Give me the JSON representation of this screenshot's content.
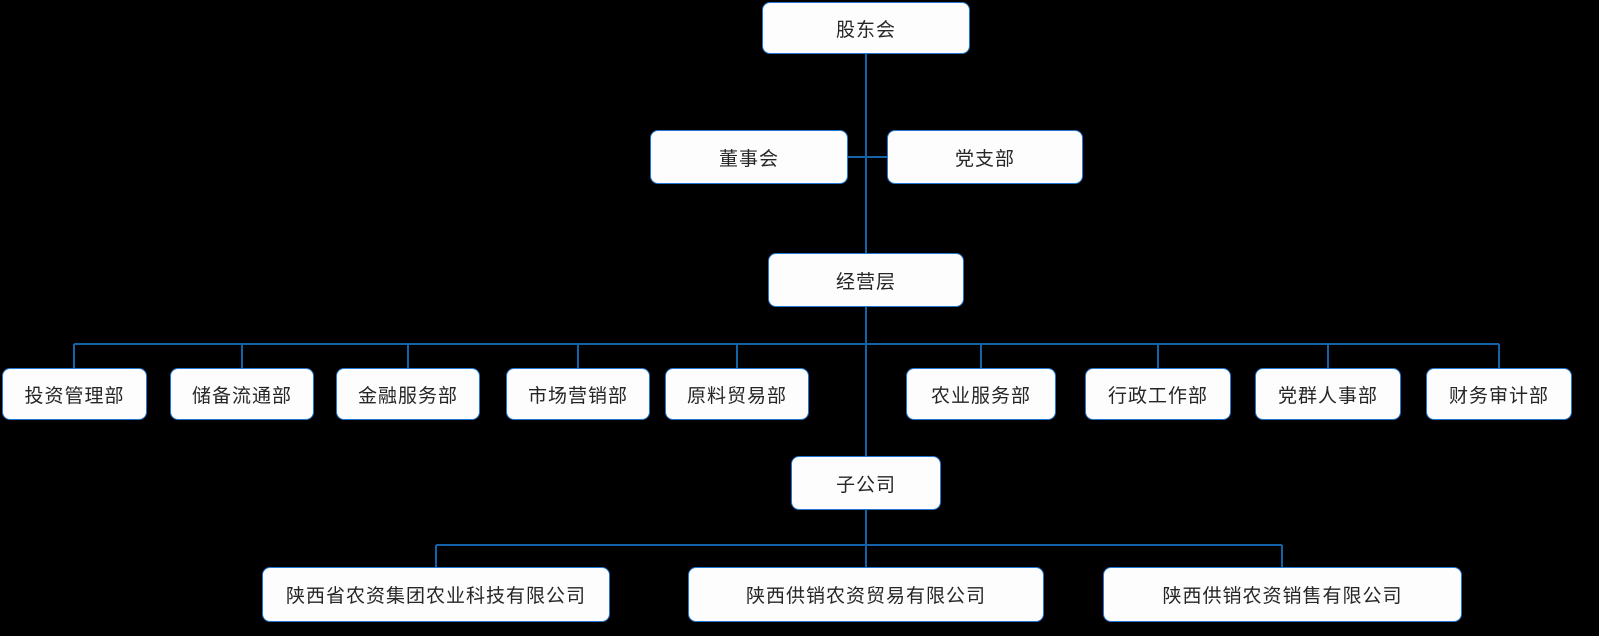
{
  "org": {
    "shareholders": {
      "label": "股东会"
    },
    "board": {
      "label": "董事会"
    },
    "party_branch": {
      "label": "党支部"
    },
    "management": {
      "label": "经营层"
    },
    "departments": [
      "投资管理部",
      "储备流通部",
      "金融服务部",
      "市场营销部",
      "原料贸易部",
      "农业服务部",
      "行政工作部",
      "党群人事部",
      "财务审计部"
    ],
    "subsidiary_group": {
      "label": "子公司"
    },
    "subsidiaries": [
      "陕西省农资集团农业科技有限公司",
      "陕西供销农资贸易有限公司",
      "陕西供销农资销售有限公司"
    ],
    "colors": {
      "background": "#000000",
      "box_fill": "#FDFDFD",
      "box_border": "#2277D4",
      "connector_line": "#1463A8",
      "text": "#262626"
    }
  }
}
